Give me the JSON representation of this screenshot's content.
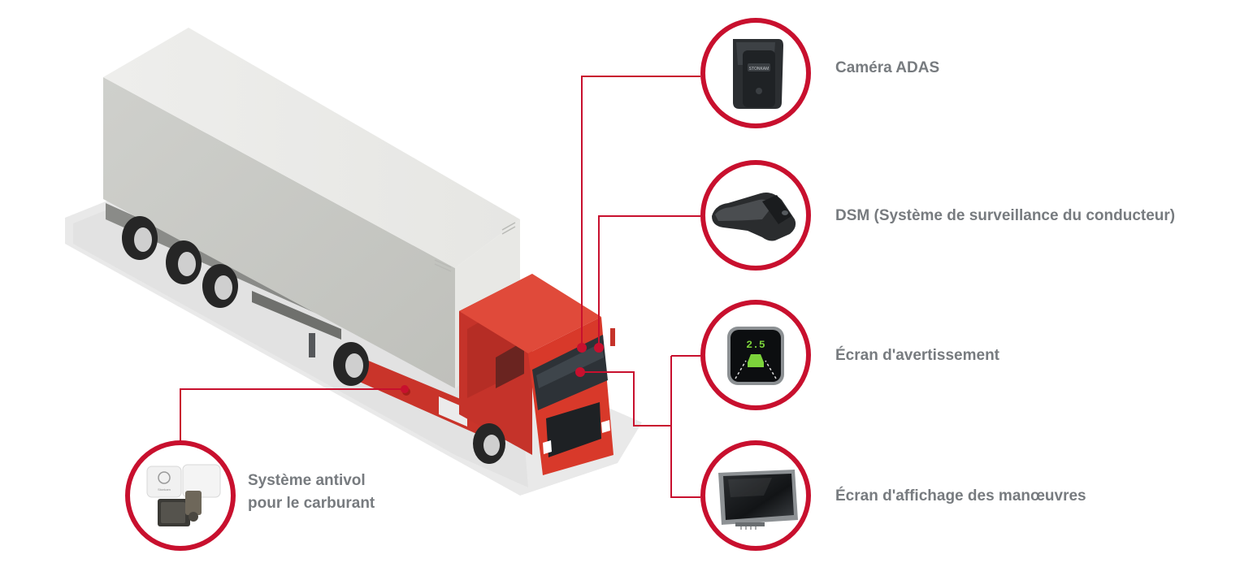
{
  "labels": {
    "adas_camera": "Caméra ADAS",
    "dsm": "DSM (Système de surveillance du conducteur)",
    "warning_screen": "Écran d'avertissement",
    "maneuver_screen": "Écran d'affichage des manœuvres",
    "fuel_antitheft_line1": "Système antivol",
    "fuel_antitheft_line2": "pour le carburant"
  },
  "device_texts": {
    "adas_brand": "STONKAM",
    "warning_value": "2.5",
    "fuel_sensor_brand": "Stonkam"
  },
  "colors": {
    "accent_red": "#c8102e",
    "label_gray": "#777b7f",
    "truck_cab": "#d8392a",
    "trailer_box": "#dadad6"
  },
  "icons": [
    "adas-camera-icon",
    "dsm-camera-icon",
    "warning-display-icon",
    "maneuver-monitor-icon",
    "fuel-sensor-icon"
  ]
}
